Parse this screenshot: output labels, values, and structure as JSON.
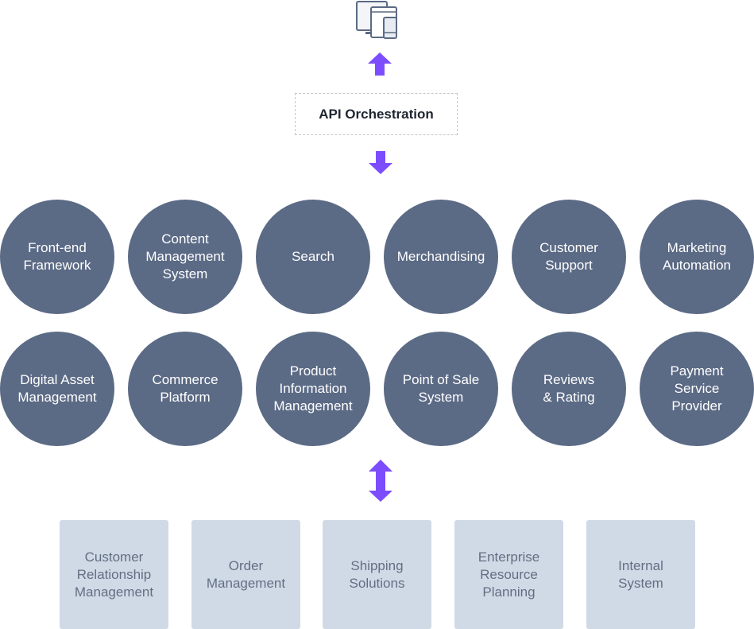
{
  "orchestration": {
    "label": "API Orchestration"
  },
  "services": [
    {
      "label": "Front-end\nFramework"
    },
    {
      "label": "Content\nManagement\nSystem"
    },
    {
      "label": "Search"
    },
    {
      "label": "Merchandising"
    },
    {
      "label": "Customer\nSupport"
    },
    {
      "label": "Marketing\nAutomation"
    },
    {
      "label": "Digital Asset\nManagement"
    },
    {
      "label": "Commerce\nPlatform"
    },
    {
      "label": "Product\nInformation\nManagement"
    },
    {
      "label": "Point of Sale\nSystem"
    },
    {
      "label": "Reviews\n& Rating"
    },
    {
      "label": "Payment\nService\nProvider"
    }
  ],
  "backend_systems": [
    {
      "label": "Customer\nRelationship\nManagement"
    },
    {
      "label": "Order\nManagement"
    },
    {
      "label": "Shipping\nSolutions"
    },
    {
      "label": "Enterprise\nResource\nPlanning"
    },
    {
      "label": "Internal\nSystem"
    }
  ],
  "colors": {
    "arrow": "#7c4dff",
    "service_circle": "#5b6a85",
    "backend_box": "#d0dae7",
    "icon_stroke": "#5b6a85"
  },
  "icons": {
    "devices": "devices-icon"
  }
}
